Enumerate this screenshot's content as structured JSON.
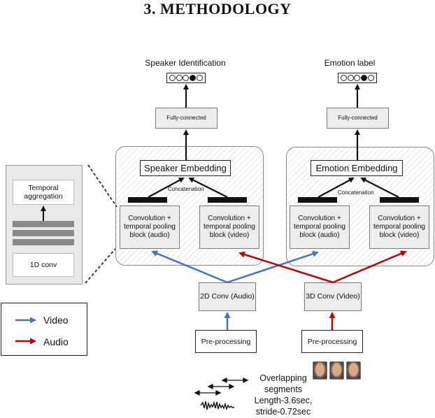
{
  "heading": "3.  METHODOLOGY",
  "outputs": {
    "speaker_label": "Speaker Identification",
    "emotion_label": "Emotion label"
  },
  "fc": {
    "label": "Fully-connected"
  },
  "embeddings": {
    "speaker": "Speaker Embedding",
    "emotion": "Emotion Embedding"
  },
  "concat": "Concatenation",
  "blocks": {
    "audio": "Convolution + temporal pooling block (audio)",
    "video": "Convolution + temporal pooling block (video)"
  },
  "side": {
    "top": "Temporal aggregation",
    "bottom": "1D conv"
  },
  "conv": {
    "c2d": "2D Conv (Audio)",
    "c3d": "3D Conv (Video)"
  },
  "preprocessing": "Pre-processing",
  "legend": {
    "video": "Video",
    "audio": "Audio"
  },
  "overlap": {
    "l1": "Overlapping",
    "l2": "segments",
    "l3": "Length-3.6sec,",
    "l4": "stride-0.72sec"
  },
  "colors": {
    "video_arrow": "#4472c4",
    "audio_arrow": "#c00000"
  }
}
